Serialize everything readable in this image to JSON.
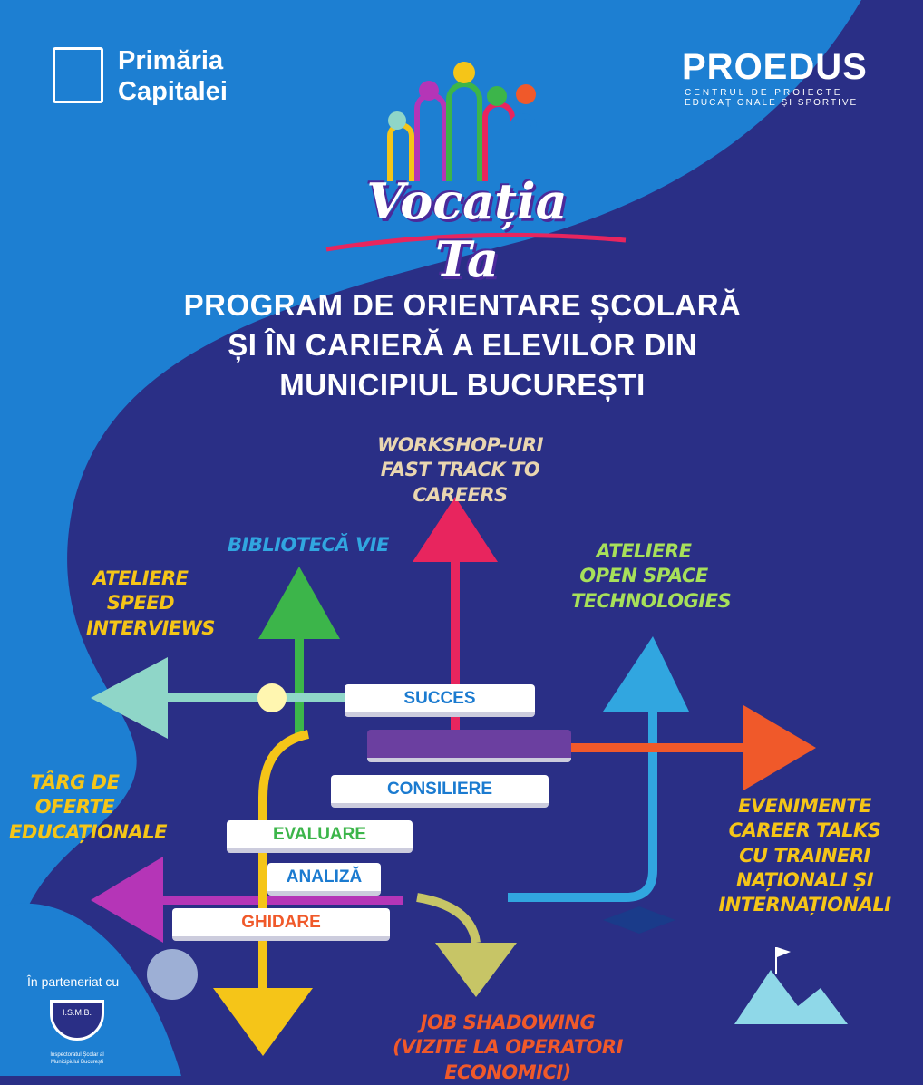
{
  "logos": {
    "primaria_line1": "Primăria",
    "primaria_line2": "Capitalei",
    "proedus_name": "PROEDUS",
    "proedus_sub1": "CENTRUL DE PROIECTE",
    "proedus_sub2": "EDUCAȚIONALE ȘI SPORTIVE",
    "event_logo": "Vocația Ta"
  },
  "headline": {
    "line1": "PROGRAM DE ORIENTARE ȘCOLARĂ",
    "line2": "ȘI ÎN CARIERĂ A ELEVILOR DIN",
    "line3": "MUNICIPIUL BUCUREȘTI"
  },
  "activities": {
    "workshop": "WORKSHOP-URI FAST TRACK TO CAREERS",
    "biblioteca": "BIBLIOTECĂ VIE",
    "speed": "ATELIERE SPEED INTERVIEWS",
    "open_space": "ATELIERE OPEN SPACE TECHNOLOGIES",
    "targ": "TÂRG DE OFERTE EDUCAȚIONALE",
    "evenimente": "EVENIMENTE CAREER TALKS CU TRAINERI NAȚIONALI ȘI INTERNAȚIONALI",
    "job_shadowing_1": "JOB SHADOWING",
    "job_shadowing_2": "(VIZITE LA OPERATORI ECONOMICI)"
  },
  "books": [
    "SUCCES",
    "CONSILIERE",
    "EVALUARE",
    "ANALIZĂ",
    "GHIDARE"
  ],
  "partner": {
    "label": "În parteneriat cu",
    "badge": "I.S.M.B.",
    "name1": "Inspectoratul Școlar al",
    "name2": "Municipiului București"
  },
  "colors": {
    "light_blue": "#1d7fd2",
    "navy": "#2a2f86",
    "yellow": "#f5c518",
    "green": "#7fd040",
    "teal": "#8fd6c8"
  }
}
